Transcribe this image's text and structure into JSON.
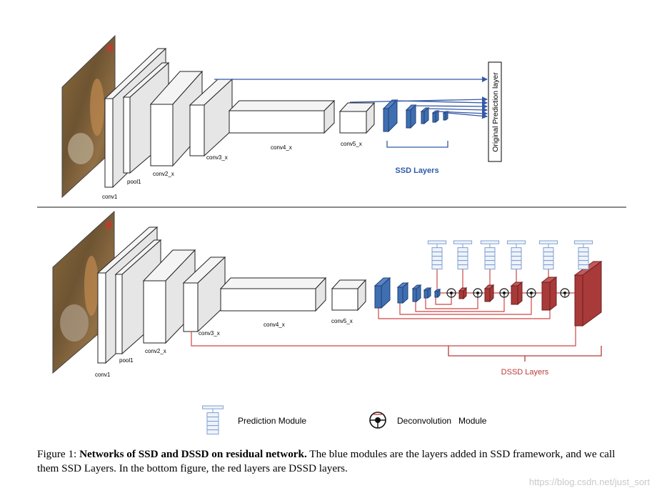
{
  "top_panel": {
    "layers": {
      "conv1": "conv1",
      "pool1": "pool1",
      "conv2": "conv2_x",
      "conv3": "conv3_x",
      "conv4": "conv4_x",
      "conv5": "conv5_x"
    },
    "prediction_layer": "Original Prediction layer",
    "group_label": "SSD Layers"
  },
  "bottom_panel": {
    "layers": {
      "conv1": "conv1",
      "pool1": "pool1",
      "conv2": "conv2_x",
      "conv3": "conv3_x",
      "conv4": "conv4_x",
      "conv5": "conv5_x"
    },
    "group_label": "DSSD Layers"
  },
  "legend": {
    "prediction": "Prediction Module",
    "deconvolution": "Deconvolution   Module"
  },
  "caption": {
    "prefix": "Figure 1: ",
    "bold": "Networks of SSD and DSSD on residual network.",
    "rest": " The blue modules are the layers added in SSD framework, and we call them SSD Layers. In the bottom figure, the red layers are DSSD layers."
  },
  "watermark": "https://blog.csdn.net/just_sort",
  "colors": {
    "ssd_blue": "#3f6fb0",
    "ssd_arrow": "#3558a8",
    "dssd_red": "#a83a3a",
    "dssd_line": "#d04545",
    "bracket_blue": "#2f5aa8",
    "bracket_red": "#b83a3a",
    "module_line": "#7f9fcf",
    "module_fill": "#eef3fb"
  },
  "icons": [
    "photo-dog",
    "prediction-module-icon",
    "deconvolution-module-icon"
  ]
}
